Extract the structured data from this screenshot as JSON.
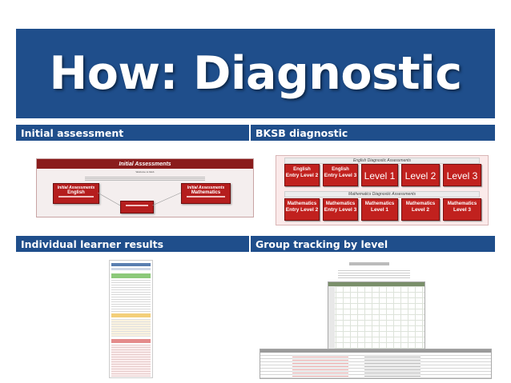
{
  "slide": {
    "title": "How: Diagnostic"
  },
  "sections": {
    "initial_assessment": "Initial assessment",
    "bksb_diagnostic": "BKSB diagnostic",
    "individual_results": "Individual learner results",
    "group_tracking": "Group tracking by level"
  },
  "initial_thumb": {
    "title": "Initial Assessments",
    "welcome": "Welcome to bksb",
    "box_english_top": "Initial Assessments",
    "box_english": "English",
    "box_maths_top": "Initial Assessments",
    "box_maths": "Mathematics"
  },
  "bksb_thumb": {
    "english_header": "English Diagnostic Assessments",
    "maths_header": "Mathematics Diagnostic Assessments",
    "english_tiles": [
      {
        "top": "English",
        "bottom": "Entry Level 2"
      },
      {
        "top": "English",
        "bottom": "Entry Level 3"
      },
      {
        "big": "Level 1"
      },
      {
        "big": "Level 2"
      },
      {
        "big": "Level 3"
      }
    ],
    "maths_tiles": [
      {
        "top": "Mathematics",
        "bottom": "Entry Level 2"
      },
      {
        "top": "Mathematics",
        "bottom": "Entry Level 3"
      },
      {
        "top": "Mathematics",
        "bottom": "Level 1"
      },
      {
        "top": "Mathematics",
        "bottom": "Level 2"
      },
      {
        "top": "Mathematics",
        "bottom": "Level 3"
      }
    ]
  },
  "colors": {
    "band_blue": "#1f4e8b",
    "bksb_red": "#c1211e"
  }
}
